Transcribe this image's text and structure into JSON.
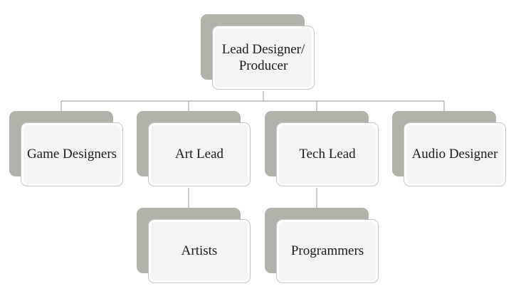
{
  "chart": {
    "colors": {
      "shadow": "#b2b1aa",
      "card_border": "#c4c4c4",
      "card_fill": "#f4f4f4",
      "connector": "#a8a8a8"
    },
    "root": {
      "label": "Lead Designer/ Producer"
    },
    "level1": [
      {
        "label": "Game Designers"
      },
      {
        "label": "Art Lead"
      },
      {
        "label": "Tech Lead"
      },
      {
        "label": "Audio Designer"
      }
    ],
    "level2": [
      {
        "parent": "Art Lead",
        "label": "Artists"
      },
      {
        "parent": "Tech Lead",
        "label": "Programmers"
      }
    ]
  }
}
